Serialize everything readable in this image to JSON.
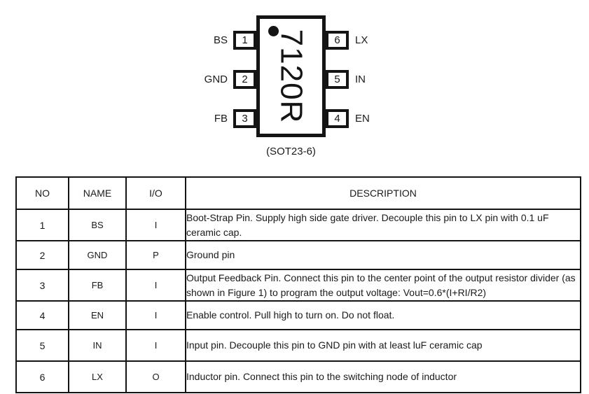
{
  "package": {
    "part_number": "7120R",
    "caption": "(SOT23-6)",
    "pin1_marker": "pin1-dot",
    "left_pins": [
      {
        "number": "1",
        "label": "BS"
      },
      {
        "number": "2",
        "label": "GND"
      },
      {
        "number": "3",
        "label": "FB"
      }
    ],
    "right_pins": [
      {
        "number": "6",
        "label": "LX"
      },
      {
        "number": "5",
        "label": "IN"
      },
      {
        "number": "4",
        "label": "EN"
      }
    ]
  },
  "table": {
    "headers": [
      "NO",
      "NAME",
      "I/O",
      "DESCRIPTION"
    ],
    "rows": [
      {
        "no": "1",
        "name": "BS",
        "io": "I",
        "description": "Boot-Strap Pin. Supply high side gate driver. Decouple this pin to LX pin with 0.1 uF ceramic cap."
      },
      {
        "no": "2",
        "name": "GND",
        "io": "P",
        "description": "Ground pin"
      },
      {
        "no": "3",
        "name": "FB",
        "io": "I",
        "description": "Output Feedback Pin. Connect this pin to the center point of the output resistor divider (as shown in Figure 1) to program the output voltage: Vout=0.6*(I+RI/R2)"
      },
      {
        "no": "4",
        "name": "EN",
        "io": "I",
        "description": "Enable control. Pull high to turn on. Do not float."
      },
      {
        "no": "5",
        "name": "IN",
        "io": "I",
        "description": "Input pin. Decouple this pin to GND pin with at least luF ceramic cap"
      },
      {
        "no": "6",
        "name": "LX",
        "io": "O",
        "description": "Inductor pin. Connect this pin to the switching node of inductor"
      }
    ]
  },
  "colors": {
    "ink": "#141414",
    "text": "#1a1a1a",
    "background": "#ffffff"
  }
}
